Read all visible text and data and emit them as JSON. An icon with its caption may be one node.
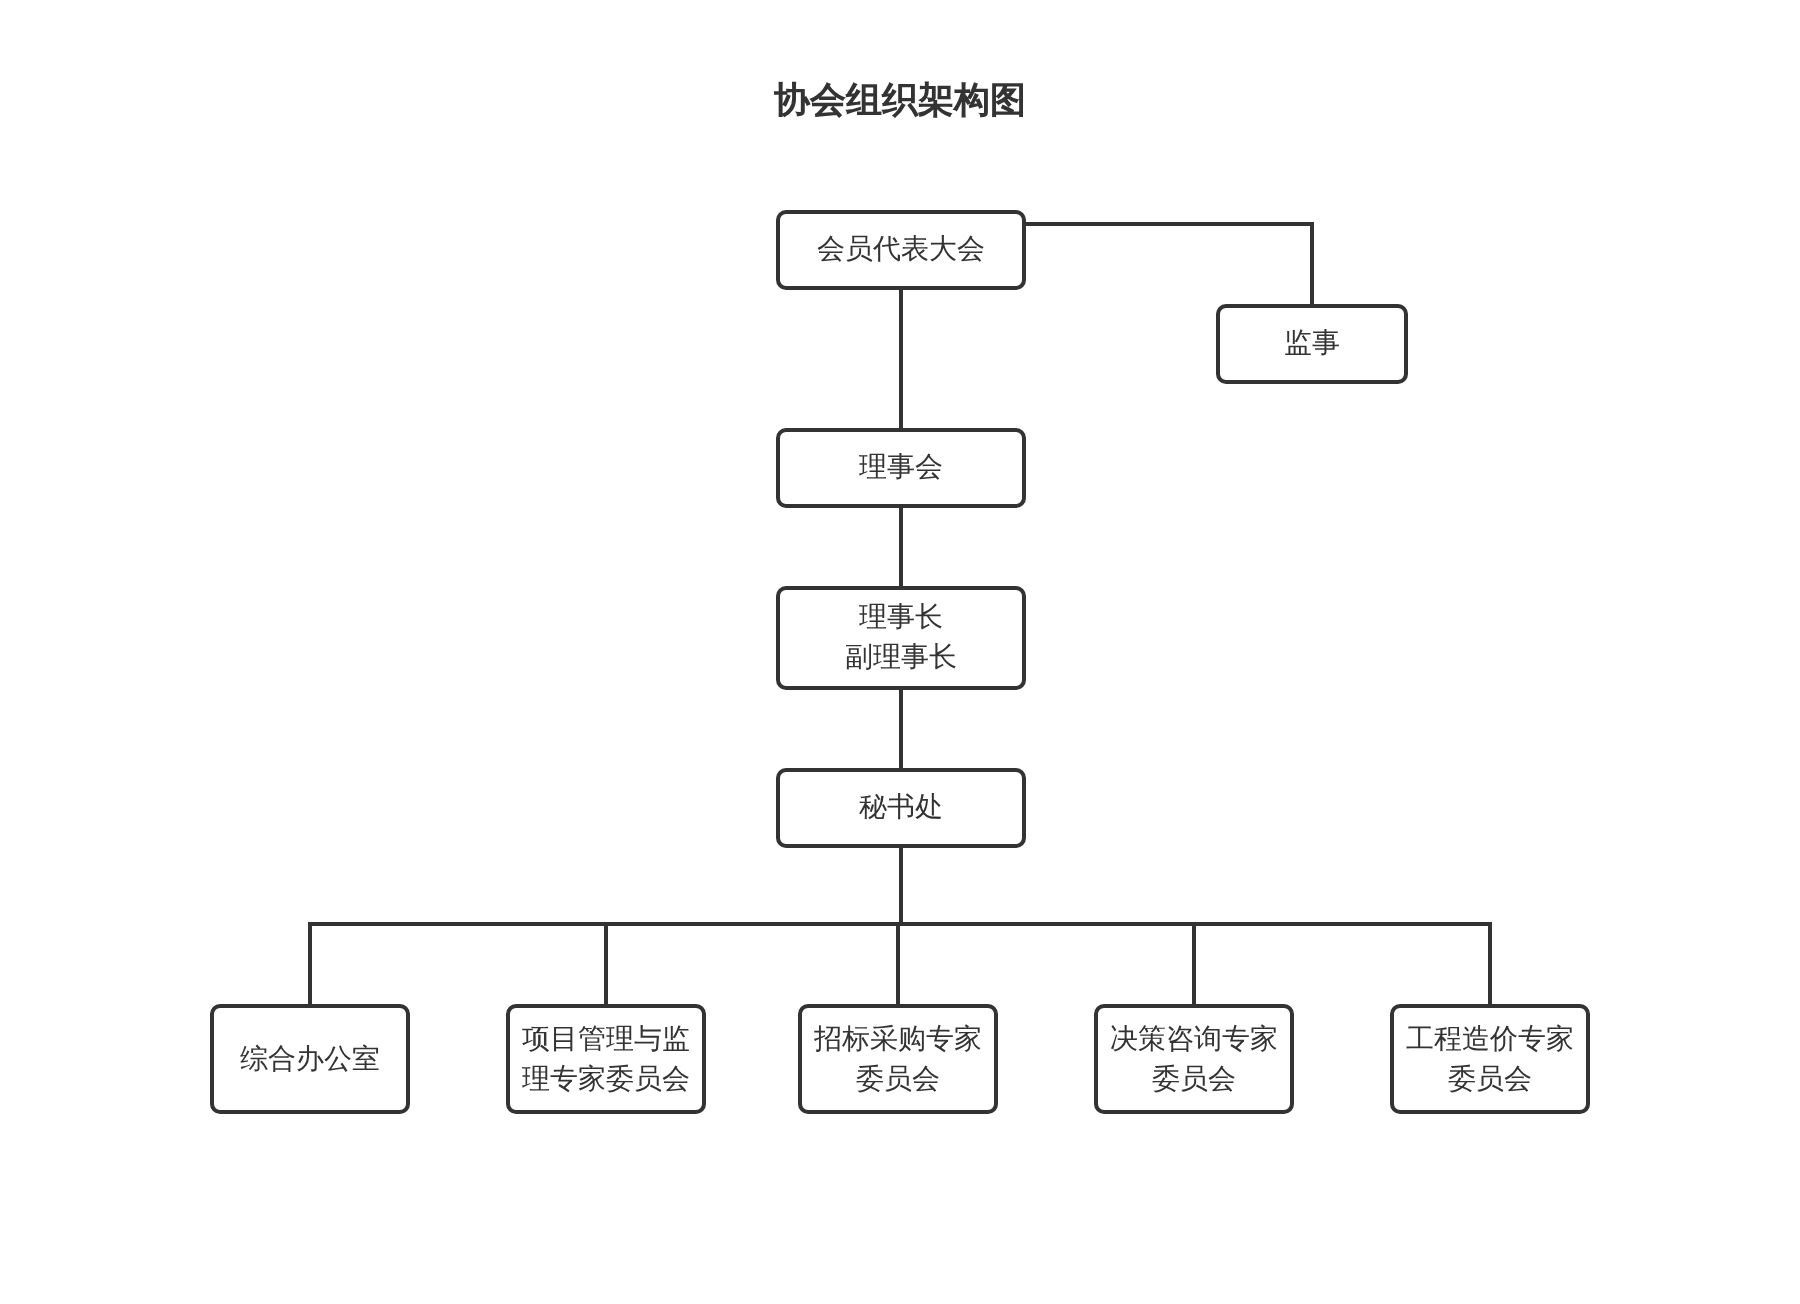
{
  "diagram": {
    "title": "协会组织架构图",
    "nodes": [
      {
        "text": [
          "会员代表大会"
        ]
      },
      {
        "text": [
          "监事"
        ]
      },
      {
        "text": [
          "理事会"
        ]
      },
      {
        "text": [
          "理事长",
          "副理事长"
        ]
      },
      {
        "text": [
          "秘书处"
        ]
      },
      {
        "text": [
          "综合办公室"
        ]
      },
      {
        "text": [
          "项目管理与监理专家委员会"
        ]
      },
      {
        "text": [
          "招标采购专家委员会"
        ]
      },
      {
        "text": [
          "决策咨询专家委员会"
        ]
      },
      {
        "text": [
          "工程造价专家委员会"
        ]
      }
    ],
    "edges": [
      {
        "from": 0,
        "to": 1,
        "arrow": "none"
      },
      {
        "from": 0,
        "to": 2,
        "arrow": "none"
      },
      {
        "from": 2,
        "to": 3,
        "arrow": "none"
      },
      {
        "from": 3,
        "to": 4,
        "arrow": "none"
      },
      {
        "from": 4,
        "to": 5,
        "arrow": "none"
      },
      {
        "from": 4,
        "to": 6,
        "arrow": "none"
      },
      {
        "from": 4,
        "to": 7,
        "arrow": "none"
      },
      {
        "from": 4,
        "to": 8,
        "arrow": "none"
      },
      {
        "from": 4,
        "to": 9,
        "arrow": "none"
      }
    ]
  }
}
